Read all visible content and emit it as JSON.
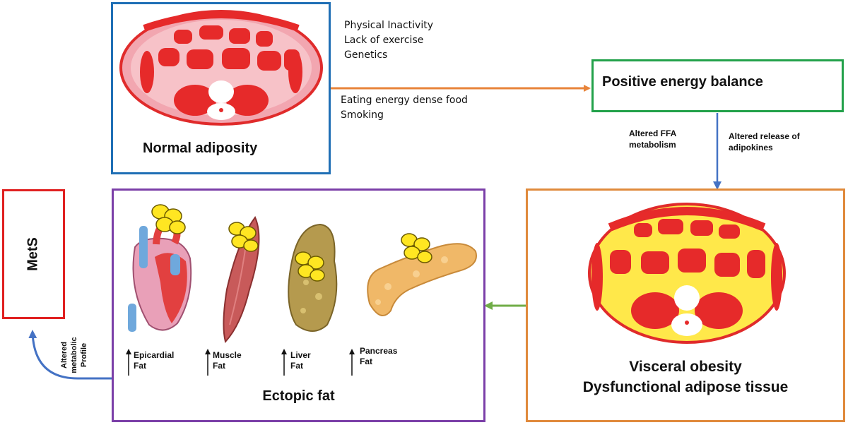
{
  "normal": {
    "label": "Normal adiposity",
    "border_color": "#1f6fb5"
  },
  "causes_top": [
    "Physical Inactivity",
    "Lack of exercise",
    "Genetics"
  ],
  "causes_bottom": [
    "Eating energy dense food",
    "Smoking"
  ],
  "positive": {
    "label": "Positive energy balance",
    "border_color": "#22a14a"
  },
  "mechanisms": {
    "ffa": [
      "Altered FFA",
      "metabolism"
    ],
    "adipokines": [
      "Altered release of",
      "adipokines"
    ]
  },
  "visceral": {
    "line1": "Visceral obesity",
    "line2": "Dysfunctional adipose tissue",
    "border_color": "#e08a3c"
  },
  "ectopic": {
    "label": "Ectopic fat",
    "border_color": "#7b3fa8",
    "organs": [
      {
        "line1": "Epicardial",
        "line2": "Fat"
      },
      {
        "line1": "Muscle",
        "line2": "Fat"
      },
      {
        "line1": "Liver",
        "line2": "Fat"
      },
      {
        "line1": "Pancreas",
        "line2": "Fat"
      }
    ]
  },
  "mets": {
    "label": "MetS",
    "border_color": "#e02020"
  },
  "altered_profile": [
    "Altered",
    "metabolic",
    "Profile"
  ],
  "colors": {
    "orange_arrow": "#e8843a",
    "blue_arrow": "#4472c4",
    "green_arrow": "#70ad47",
    "muscle_red": "#e62a2a",
    "fat_yellow": "#ffe84a",
    "normal_fat": "#f2a6b0"
  }
}
